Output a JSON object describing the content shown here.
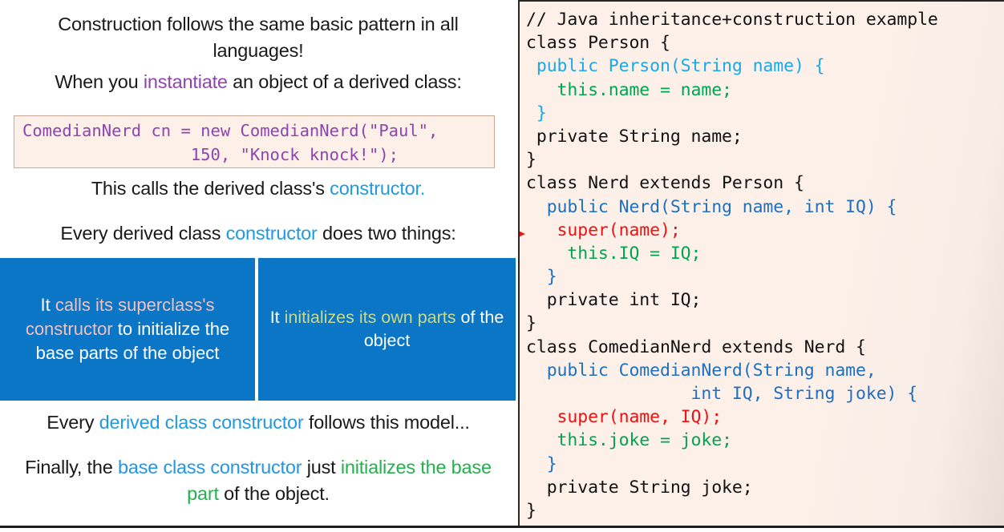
{
  "slide": {
    "left": {
      "headline": "Construction follows the same basic pattern in all languages!",
      "instantiate_line": {
        "before": "When you ",
        "highlight": "instantiate",
        "after": " an object of a derived class:"
      },
      "snippet": "ComedianNerd cn = new ComedianNerd(\"Paul\",\n                 150, \"Knock knock!\");",
      "calls_line": {
        "before": "This calls the derived class's ",
        "highlight": "constructor."
      },
      "two_things_line": {
        "before": "Every derived class ",
        "highlight": "constructor",
        "after": " does two things:"
      },
      "blue_box_left": {
        "part1": "It ",
        "part2": "calls its superclass's constructor",
        "part3": " to initialize the base parts of the object"
      },
      "blue_box_right": {
        "part1": "It ",
        "part2": "initializes its own parts",
        "part3": " of the object"
      },
      "model_line": {
        "before": "Every ",
        "highlight": "derived class constructor",
        "after": " follows this model..."
      },
      "finally_line": {
        "part1": "Finally, the ",
        "part2": "base class constructor",
        "part3": " just ",
        "part4": "initializes the base part",
        "part5": " of the object."
      }
    },
    "code_panel": {
      "language": "Java",
      "lines": [
        {
          "indent": 0,
          "tokens": [
            {
              "text": "// Java inheritance+construction example",
              "color": "plain"
            }
          ]
        },
        {
          "indent": 0,
          "tokens": [
            {
              "text": "class Person {",
              "color": "plain"
            }
          ]
        },
        {
          "indent": 1,
          "tokens": [
            {
              "text": "public Person(String name) {",
              "color": "cyan"
            }
          ]
        },
        {
          "indent": 3,
          "tokens": [
            {
              "text": "this.name = name;",
              "color": "green"
            }
          ]
        },
        {
          "indent": 1,
          "tokens": [
            {
              "text": "}",
              "color": "cyan"
            }
          ]
        },
        {
          "indent": 1,
          "tokens": [
            {
              "text": "private String name;",
              "color": "plain"
            }
          ]
        },
        {
          "indent": 0,
          "tokens": [
            {
              "text": "}",
              "color": "plain"
            }
          ]
        },
        {
          "indent": 0,
          "tokens": [
            {
              "text": "class Nerd extends Person {",
              "color": "plain"
            }
          ]
        },
        {
          "indent": 2,
          "tokens": [
            {
              "text": "public Nerd(String name, int IQ) {",
              "color": "blue"
            }
          ]
        },
        {
          "indent": 3,
          "marker": "red-arrow",
          "tokens": [
            {
              "text": "super(name);",
              "color": "red"
            }
          ]
        },
        {
          "indent": 4,
          "tokens": [
            {
              "text": "this.IQ = IQ;",
              "color": "green"
            }
          ]
        },
        {
          "indent": 2,
          "tokens": [
            {
              "text": "}",
              "color": "blue"
            }
          ]
        },
        {
          "indent": 2,
          "tokens": [
            {
              "text": "private int IQ;",
              "color": "plain"
            }
          ]
        },
        {
          "indent": 0,
          "tokens": [
            {
              "text": "}",
              "color": "plain"
            }
          ]
        },
        {
          "indent": 0,
          "tokens": [
            {
              "text": "class ComedianNerd extends Nerd {",
              "color": "plain"
            }
          ]
        },
        {
          "indent": 2,
          "tokens": [
            {
              "text": "public ComedianNerd(String name,",
              "color": "blue"
            }
          ]
        },
        {
          "indent": 16,
          "tokens": [
            {
              "text": "int IQ, String joke) {",
              "color": "blue"
            }
          ]
        },
        {
          "indent": 3,
          "tokens": [
            {
              "text": "super(name, IQ);",
              "color": "red"
            }
          ]
        },
        {
          "indent": 3,
          "tokens": [
            {
              "text": "this.joke = joke;",
              "color": "green"
            }
          ]
        },
        {
          "indent": 2,
          "tokens": [
            {
              "text": "}",
              "color": "blue"
            }
          ]
        },
        {
          "indent": 2,
          "tokens": [
            {
              "text": "private String joke;",
              "color": "plain"
            }
          ]
        },
        {
          "indent": 0,
          "tokens": [
            {
              "text": "}",
              "color": "plain"
            }
          ]
        }
      ]
    }
  },
  "colors": {
    "accent_blue_box": "#0b76c6",
    "highlight_purple": "#8e44ad",
    "highlight_blue": "#1f9ae0",
    "highlight_green": "#22b14c",
    "highlight_pink": "#f3c0bf",
    "highlight_lime": "#c6d98c",
    "code_red": "#ee1111",
    "code_cyan": "#19a8e8",
    "code_blue": "#1f6fc0",
    "code_green": "#00a451",
    "code_bg": "#fdf0e9",
    "snippet_border": "#c9a794"
  }
}
